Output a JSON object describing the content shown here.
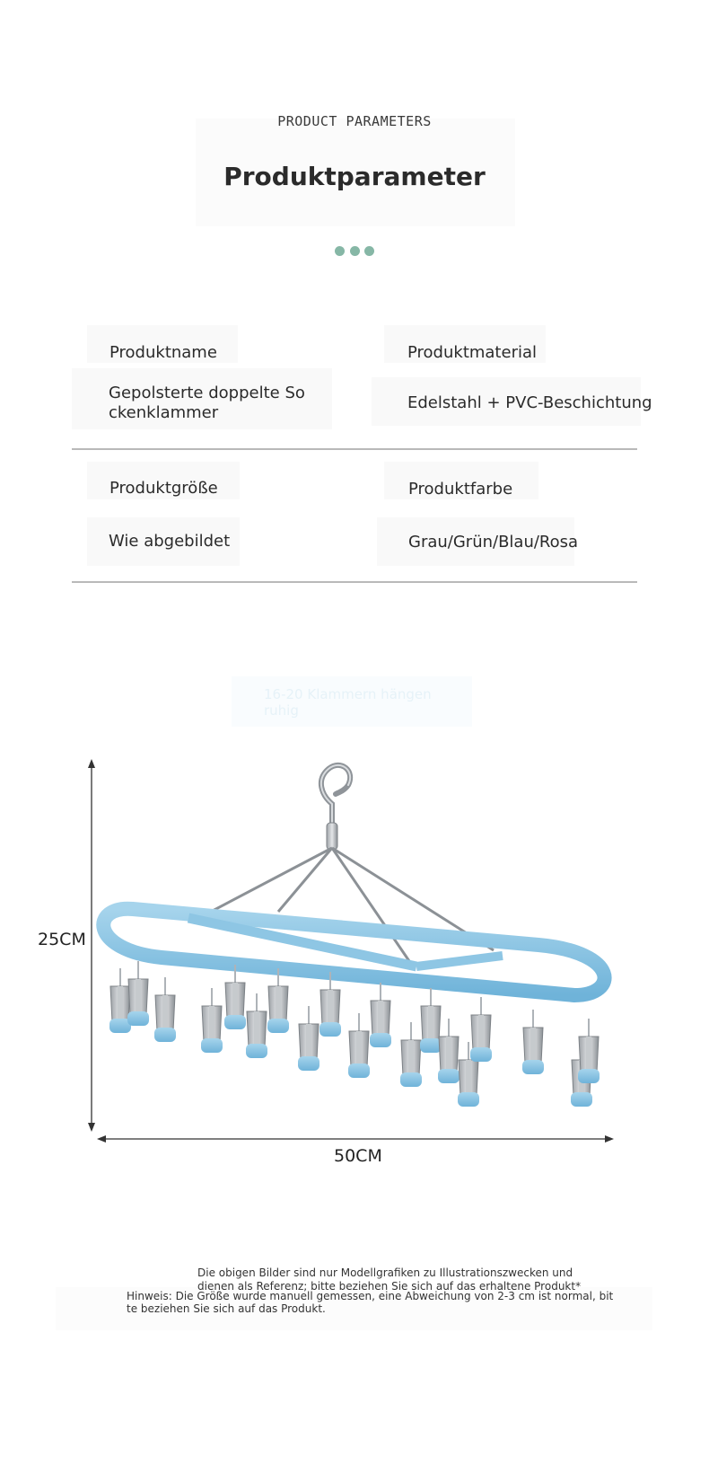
{
  "header": {
    "eyebrow": "PRODUCT PARAMETERS",
    "title": "Produktparameter"
  },
  "params": {
    "name_label": "Produktname",
    "name_value_line1": "Gepolsterte doppelte So",
    "name_value_line2": "ckenklammer",
    "material_label": "Produktmaterial",
    "material_value": "Edelstahl + PVC-Beschichtung",
    "size_label": "Produktgröße",
    "size_value": "Wie abgebildet",
    "color_label": "Produktfarbe",
    "color_value": "Grau/Grün/Blau/Rosa"
  },
  "tagline": {
    "line1": "16-20 Klammern hängen",
    "line2": "ruhig"
  },
  "dimensions": {
    "height": "25CM",
    "width": "50CM"
  },
  "notes": {
    "line1": "Die obigen Bilder sind nur Modellgrafiken zu Illustrationszwecken und",
    "line2": "dienen als Referenz; bitte beziehen Sie sich auf das erhaltene Produkt*",
    "line3": "Hinweis: Die Größe wurde manuell gemessen, eine Abweichung von 2-3 cm ist normal, bit",
    "line4": "te beziehen Sie sich auf das Produkt."
  },
  "colors": {
    "accent_dots": "#86b7a6",
    "hanger_blue": "#8ec6e4",
    "divider": "#b9b9b9"
  }
}
